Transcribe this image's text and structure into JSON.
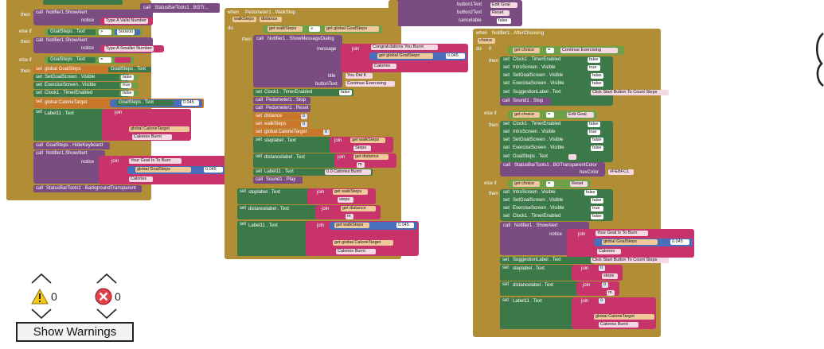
{
  "workspace": {
    "left_column": {
      "then_label": "then",
      "else_if_label": "else if",
      "call_label": "call",
      "set_label": "set",
      "notice_label": "notice",
      "show_alert": "Notifier1.ShowAlert",
      "notice_valid_number": "Type A Valid Number",
      "notice_smaller_number": "Type A Smaller Number",
      "goalsteps_text": "GoalSteps . Text",
      "gt": ">",
      "big_number": "500000",
      "eq": "=",
      "set_goalsteps": "global GoalSteps",
      "to_label": "to",
      "goalsteps_text2": "GoalSteps . Text",
      "setgoal_visible": "SetGoalScreen . Visible",
      "exercise_visible": "ExerciseScreen . Visible",
      "clock_timer": "Clock1 . TimerEnabled",
      "false": "false",
      "true": "true",
      "calorie_target": "global CalorieTarget",
      "goalsteps_text3": "GoalSteps . Text",
      "multiplier": "0.045",
      "label11": "Label11 . Text",
      "join": "join",
      "global_calorie": "global CalorieTarget",
      "calories_burnt": "Calories Burnt",
      "hide_keyboard": "GoalSteps . HideKeyboard",
      "show_alert2": "Notifier1.ShowAlert",
      "your_goal": "Your Goal Is To Burn",
      "global_goalsteps": "global GoalSteps",
      "calories": "Calories",
      "status_bar": "StatusBarTools1 . BackgroundTransparent",
      "status_bar_top": "StatusBarTools1 . BGTr..."
    },
    "middle_column": {
      "when_label": "when",
      "event": "Pedometer1 . WalkStep",
      "params": [
        "walkSteps",
        "distance"
      ],
      "do_label": "do",
      "if_label": "if",
      "get_walksteps": "get walkSteps",
      "gte": "≥",
      "get_global_goalsteps": "get global GoalSteps",
      "show_message": "Notifier1 . ShowMessageDialog",
      "message": "message",
      "congrats": "Congratulations You Burnt",
      "get_global_goalsteps2": "get global GoalSteps",
      "multiplier": "0.045",
      "calories": "Calories",
      "title": "title",
      "you_did_it": "You Did It",
      "button_text": "buttonText",
      "continue_exercising": "Continue Exercising",
      "clock_timer": "Clock1 . TimerEnabled",
      "false": "false",
      "pedometer_stop": "Pedometer1 . Stop",
      "pedometer_reset": "Pedometer1 . Reset",
      "distance": "distance",
      "walksteps": "walkSteps",
      "global_calorie": "global CalorieTarget",
      "zero": "0",
      "steplabel": "steplabel . Text",
      "get_walksteps2": "get walkSteps",
      "steps": "Steps",
      "distancelabel": "distancelabel . Text",
      "get_distance": "get distance",
      "m": "m",
      "label11": "Label11 . Text",
      "zero_cal": "0.0 Calories Burnt",
      "sound_play": "Sound1 . Play",
      "steplabel2": "steplabel . Text",
      "get_walksteps3": "get walkSteps",
      "steps2": "steps",
      "distancelabel2": "distancelabel . Text",
      "get_distance2": "get distance",
      "m2": "m",
      "label11b": "Label11 . Text",
      "get_walksteps4": "get walkSteps",
      "multiplier2": "0.045",
      "get_global_calorie": "get global CalorieTarget",
      "calories_burnt": "Calories Burnt"
    },
    "right_top": {
      "button1": "button1Text",
      "edit_goal": "Edit Goal",
      "button2": "button2Text",
      "reset": "Reset",
      "cancelable": "cancelable",
      "false": "false"
    },
    "right_column": {
      "when_label": "when",
      "event": "Notifier1 . AfterChoosing",
      "param": "choice",
      "get_choice": "get choice",
      "continue_exercising": "Continue Exercising",
      "clock_timer": "Clock1 . TimerEnabled",
      "intro_visible": "IntroScreen . Visible",
      "setgoal_visible": "SetGoalScreen . Visible",
      "exercise_visible": "ExerciseScreen . Visible",
      "suggestion_text": "SuggestionLabel . Text",
      "click_start": "Click Start Button To Count Steps",
      "sound_stop": "Sound1 . Stop",
      "edit_goal": "Edit Goal",
      "goalsteps_text": "GoalSteps . Text",
      "status_bg": "StatusBarTools1 . BGTransparentColor",
      "hex_color": "hexColor",
      "hex_value": "#FEBFC1",
      "reset": "Reset",
      "show_alert": "Notifier1 . ShowAlert",
      "notice": "notice",
      "your_goal": "Your Goal Is To Burn",
      "global_goalsteps": "global GoalSteps",
      "multiplier": "0.045",
      "calories": "Calories",
      "steplabel": "steplabel . Text",
      "zero": "0",
      "steps": "steps",
      "distancelabel": "distancelabel . Text",
      "m": "m",
      "label11": "Label11 . Text",
      "global_calorie": "global CalorieTarget",
      "calories_burnt": "Calories Burnt",
      "false": "false",
      "true": "true"
    }
  },
  "status": {
    "warnings_count": "0",
    "errors_count": "0",
    "show_warnings_label": "Show Warnings"
  },
  "colors": {
    "control": "#b18e35",
    "procedure": "#7a4c82",
    "component": "#3b7a48",
    "variable": "#c9772a",
    "text": "#c8336b",
    "math": "#4a6fba",
    "logic": "#6ea048"
  },
  "icons": {
    "warning": "warning-triangle-icon",
    "error": "error-x-icon"
  }
}
